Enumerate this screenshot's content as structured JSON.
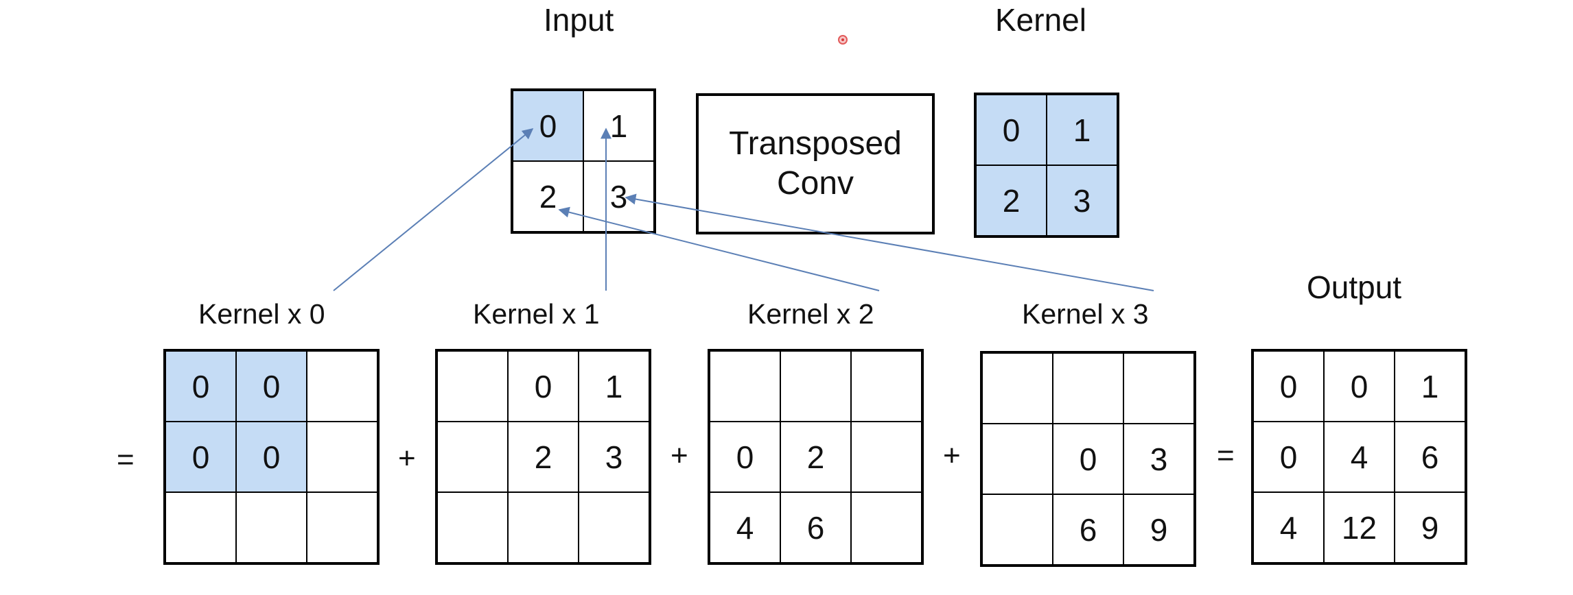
{
  "titles": {
    "input": "Input",
    "kernel": "Kernel",
    "output": "Output"
  },
  "transposed_conv": {
    "line1": "Transposed",
    "line2": "Conv"
  },
  "input_grid": [
    [
      "0",
      "1"
    ],
    [
      "2",
      "3"
    ]
  ],
  "kernel_grid": [
    [
      "0",
      "1"
    ],
    [
      "2",
      "3"
    ]
  ],
  "partials": [
    {
      "label": "Kernel x 0",
      "cells": [
        [
          "0",
          "0",
          ""
        ],
        [
          "0",
          "0",
          ""
        ],
        [
          "",
          "",
          ""
        ]
      ]
    },
    {
      "label": "Kernel x 1",
      "cells": [
        [
          "",
          "0",
          "1"
        ],
        [
          "",
          "2",
          "3"
        ],
        [
          "",
          "",
          ""
        ]
      ]
    },
    {
      "label": "Kernel x 2",
      "cells": [
        [
          "",
          "",
          ""
        ],
        [
          "0",
          "2",
          ""
        ],
        [
          "4",
          "6",
          ""
        ]
      ]
    },
    {
      "label": "Kernel x 3",
      "cells": [
        [
          "",
          "",
          ""
        ],
        [
          "",
          "0",
          "3"
        ],
        [
          "",
          "6",
          "9"
        ]
      ]
    }
  ],
  "output_grid": [
    [
      "0",
      "0",
      "1"
    ],
    [
      "0",
      "4",
      "6"
    ],
    [
      "4",
      "12",
      "9"
    ]
  ],
  "operators": {
    "equals_left": "=",
    "plus1": "+",
    "plus2": "+",
    "plus3": "+",
    "equals_right": "="
  },
  "colors": {
    "highlight": "#c5dcf5",
    "arrow": "#5b7fb5",
    "border": "#000000"
  },
  "icons": {
    "record_indicator": "record-dot-icon"
  }
}
